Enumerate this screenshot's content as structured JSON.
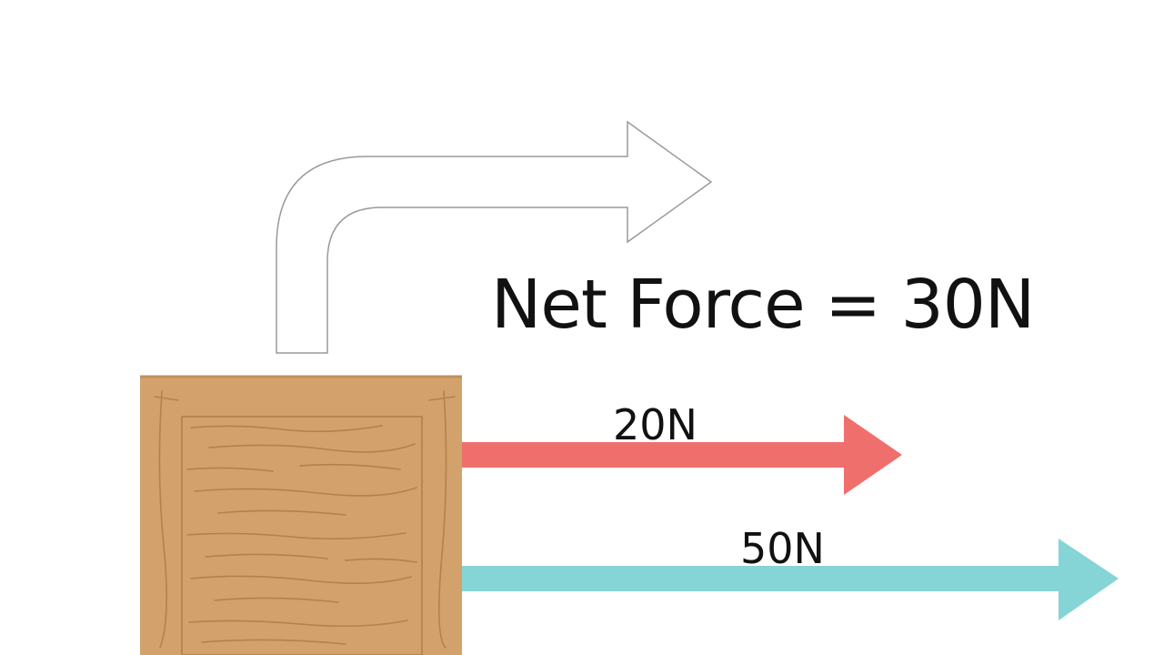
{
  "diagram": {
    "net_force_label": "Net Force = 30N",
    "forces": [
      {
        "label": "20N",
        "color": "#ef6f6c"
      },
      {
        "label": "50N",
        "color": "#85d4d6"
      }
    ],
    "box": {
      "fill": "#d3a26c",
      "border": "#b9864f",
      "grain": "#a9773f"
    },
    "resultant_arrow": {
      "fill": "#ffffff",
      "stroke": "#9a9a9a"
    }
  }
}
